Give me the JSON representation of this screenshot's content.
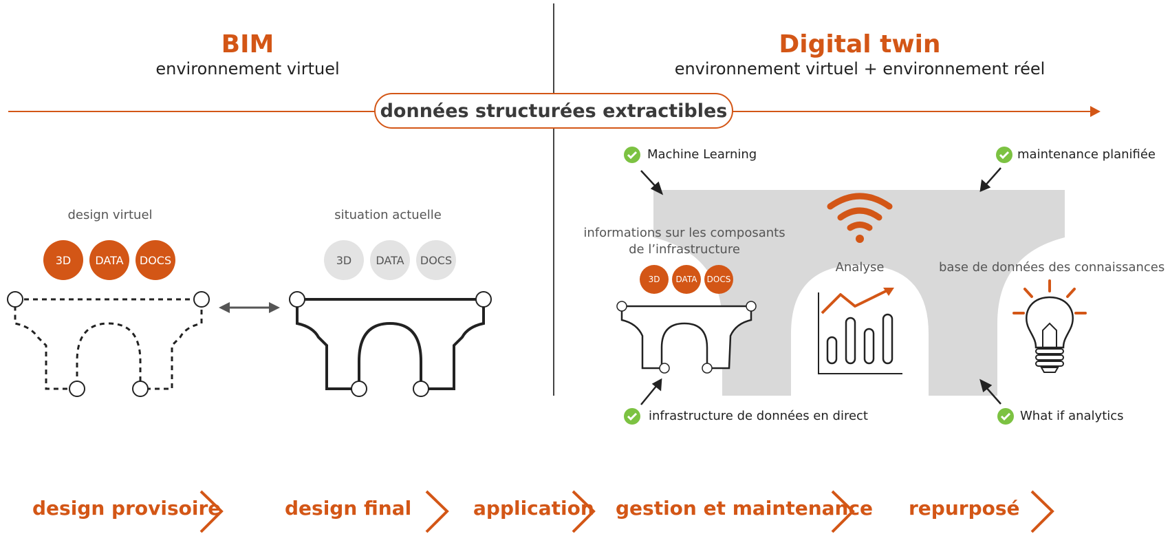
{
  "bim": {
    "title": "BIM",
    "subtitle": "environnement virtuel"
  },
  "digital_twin": {
    "title": "Digital twin",
    "subtitle": "environnement virtuel + environnement réel"
  },
  "banner": "données structurées extractibles",
  "design_virtuel": {
    "label": "design virtuel",
    "circles": [
      "3D",
      "DATA",
      "DOCS"
    ]
  },
  "situation_actuelle": {
    "label": "situation actuelle",
    "circles": [
      "3D",
      "DATA",
      "DOCS"
    ]
  },
  "twin": {
    "components_label_line1": "informations sur les composants",
    "components_label_line2": "de l’infrastructure",
    "components_circles": [
      "3D",
      "DATA",
      "DOCS"
    ],
    "analyse_label": "Analyse",
    "knowledge_label": "base de données des connaissances",
    "checks": {
      "machine_learning": "Machine Learning",
      "maintenance": "maintenance planifiée",
      "live_data": "infrastructure de données en direct",
      "what_if": "What if analytics"
    }
  },
  "stages": [
    "design provisoire",
    "design final",
    "application",
    "gestion et maintenance",
    "repurposé"
  ],
  "colors": {
    "accent": "#d35616",
    "check_green": "#7cc242",
    "grey_shape": "#d9d9d9",
    "grey_circle": "#e3e3e3"
  }
}
